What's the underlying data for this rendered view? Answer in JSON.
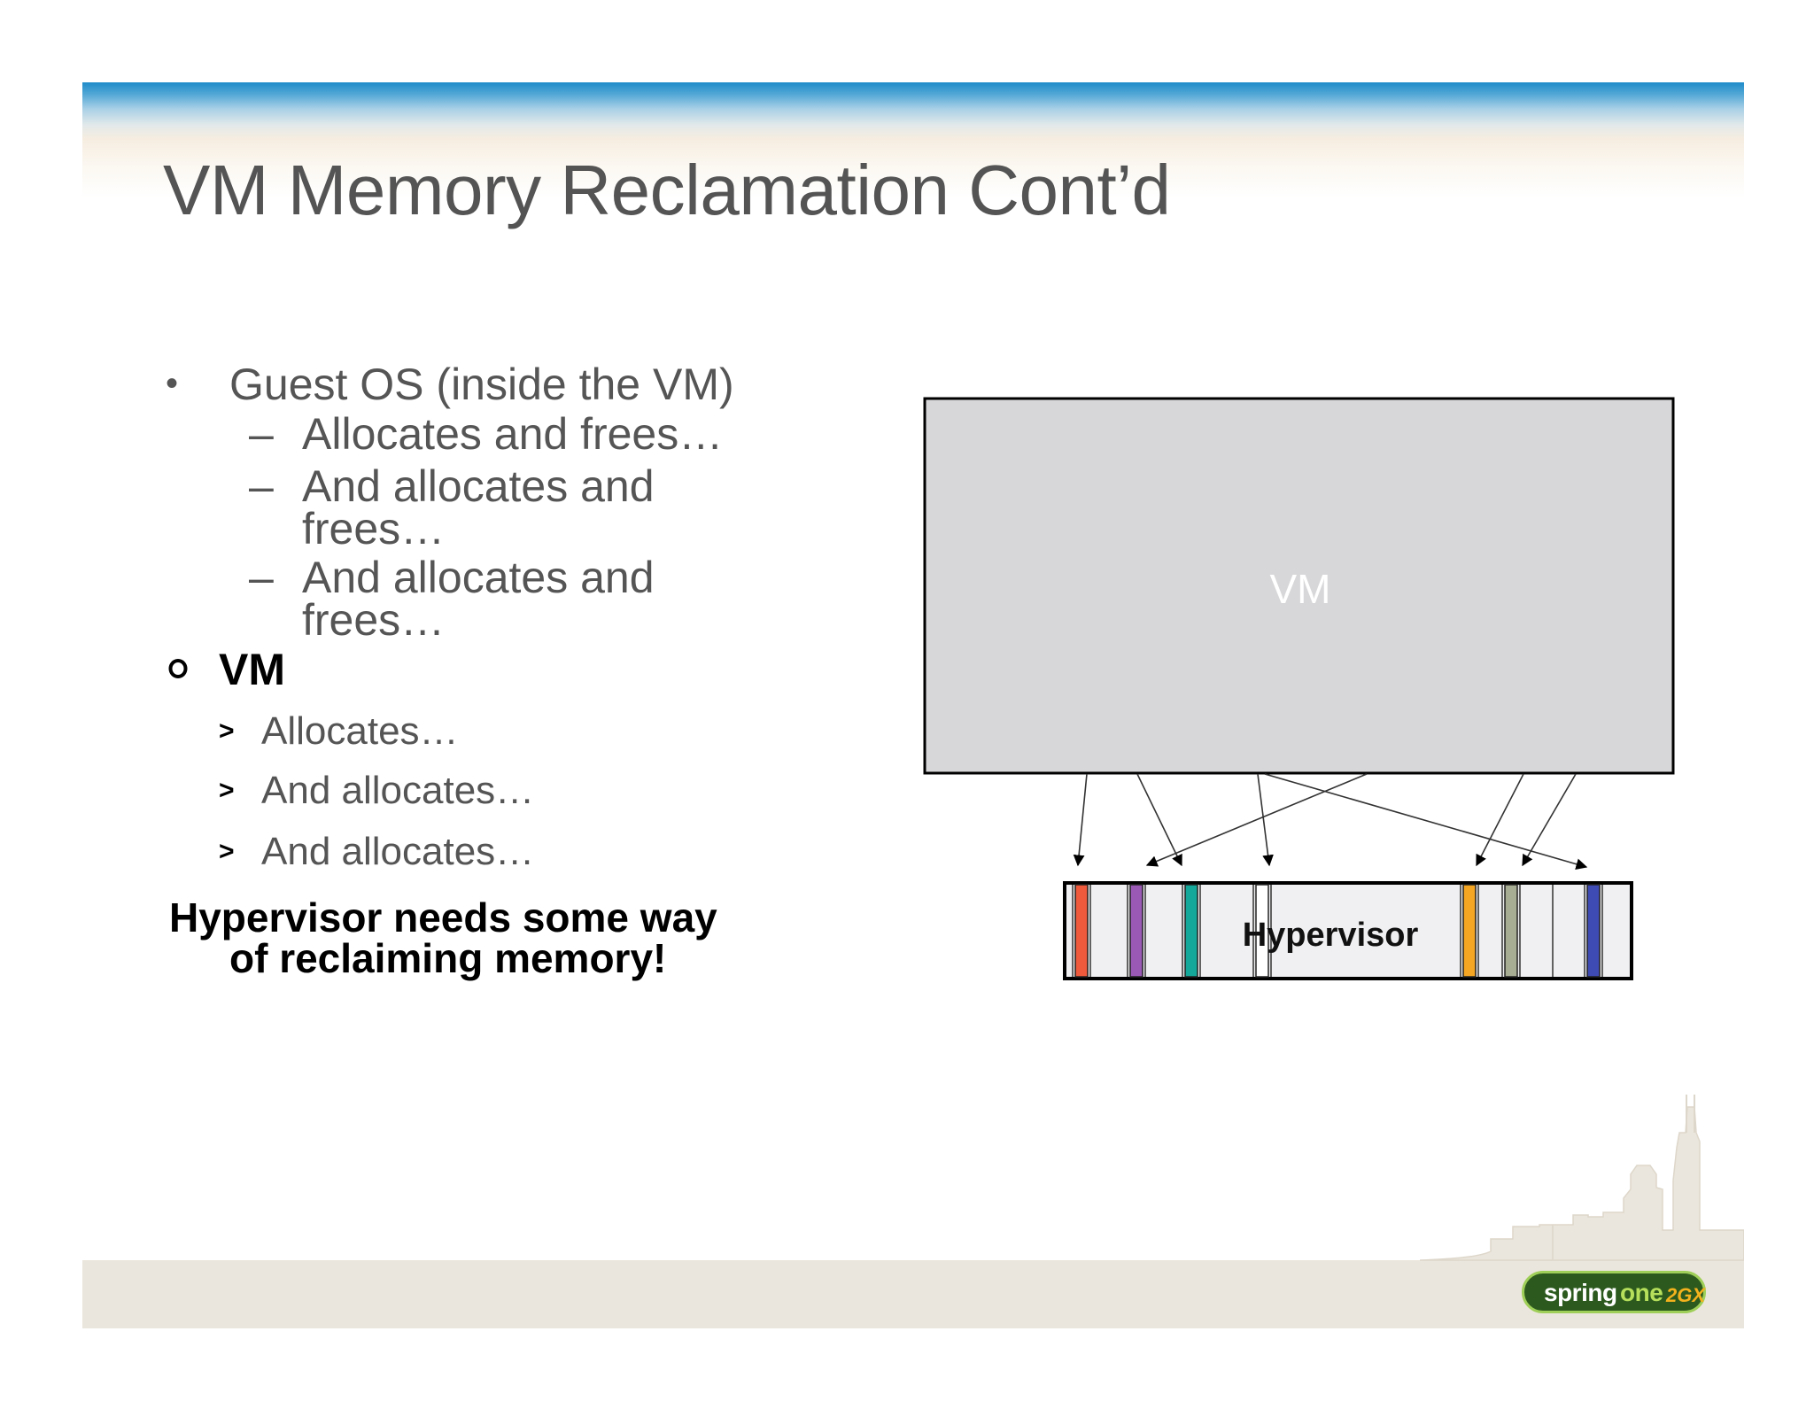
{
  "slide": {
    "title": "VM Memory Reclamation Cont’d",
    "bullets": {
      "guest_os": "Guest OS (inside the VM)",
      "guest_items": [
        "Allocates and frees…",
        "And allocates and",
        "frees…",
        "And allocates and",
        "frees…"
      ],
      "vm": "VM",
      "vm_items": [
        "Allocates…",
        "And allocates…",
        "And allocates…"
      ]
    },
    "conclusion": {
      "line1": "Hypervisor needs some way",
      "line2": "of reclaiming memory!"
    }
  },
  "diagram": {
    "vm_label": "VM",
    "hypervisor_label": "Hypervisor",
    "page_colors": [
      "#f05a3c",
      "#9b59b6",
      "#14a89a",
      "#ffffff",
      "#f5a623",
      "#a7ad93",
      "#3f4bb5"
    ]
  },
  "colors": {
    "vm_box": "#d7d6d8",
    "hypervisor_box": "#f0eff1",
    "header_blue": "#1e8bc9",
    "footer_beige": "#ebe6dd"
  },
  "logo": {
    "spring": "spring",
    "one": "one",
    "edition": "2GX"
  }
}
